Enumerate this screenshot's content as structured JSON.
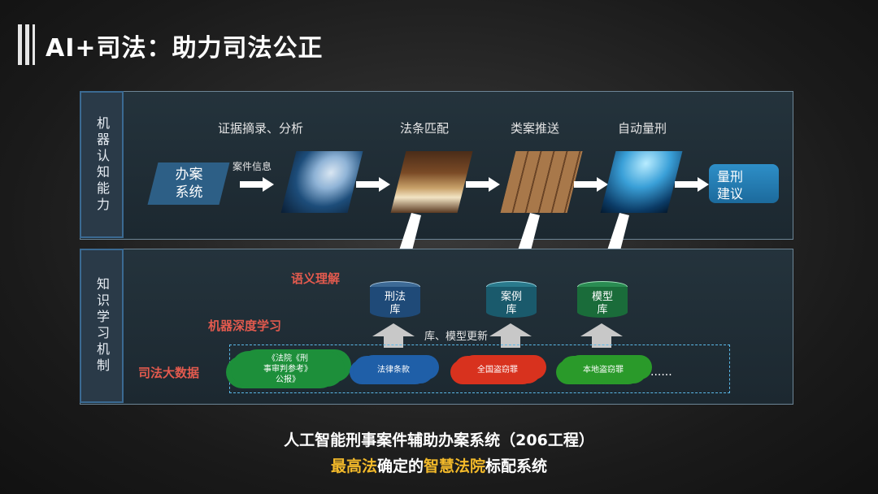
{
  "title": "AI+司法：助力司法公正",
  "top_panel": {
    "side_label": "机器认知能力",
    "left_box": {
      "line1": "办案",
      "line2": "系统"
    },
    "arrow_label": "案件信息",
    "steps": [
      "证据摘录、分析",
      "法条匹配",
      "类案推送",
      "自动量刑"
    ],
    "right_box": {
      "line1": "量刑",
      "line2": "建议"
    }
  },
  "bottom_panel": {
    "side_label": "知识学习机制",
    "semantic_label": "语义理解",
    "deep_learning_label": "机器深度学习",
    "bigdata_label": "司法大数据",
    "update_label": "库、模型更新",
    "databases": [
      {
        "line1": "刑法",
        "line2": "库"
      },
      {
        "line1": "案例",
        "line2": "库"
      },
      {
        "line1": "模型",
        "line2": "库"
      }
    ],
    "clouds": [
      {
        "line1": "《法院《刑",
        "line2": "事审判参考》",
        "line3": "公报》"
      },
      {
        "text": "法律条款"
      },
      {
        "text": "全国盗窃罪"
      },
      {
        "text": "本地盗窃罪"
      }
    ],
    "ellipsis": "......"
  },
  "caption": {
    "line1": "人工智能刑事案件辅助办案系统（206工程）",
    "line2_part1": "最高法",
    "line2_part2": "确定的",
    "line2_part3": "智慧法院",
    "line2_part4": "标配系统"
  },
  "colors": {
    "highlight": "#f2b92a",
    "red_label": "#e35a4e",
    "panel_border": "#6c8596"
  }
}
